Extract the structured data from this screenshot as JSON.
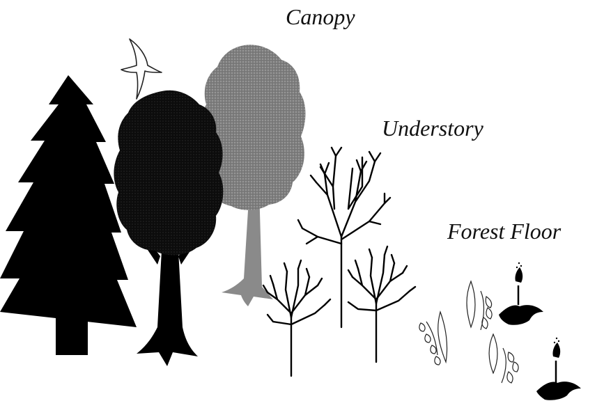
{
  "labels": {
    "canopy": "Canopy",
    "understory": "Understory",
    "forest_floor": "Forest Floor"
  },
  "colors": {
    "conifer": "#000000",
    "dark_tree": "#0c0c0c",
    "gray_tree_crown": "#7c7c7c",
    "gray_tree_trunk": "#8a8a8a",
    "ink": "#111111",
    "background": "#ffffff"
  },
  "icons": [
    "bird-icon",
    "conifer-tree-icon",
    "deciduous-tree-icon",
    "shrub-icon",
    "lily-of-the-valley-icon",
    "small-flowering-plant-icon"
  ]
}
